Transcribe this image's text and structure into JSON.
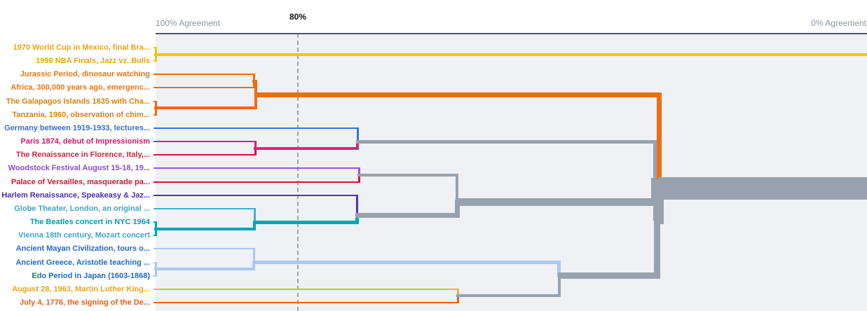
{
  "colors": {
    "link_gray": "#97a2ae",
    "axis_line": "#4d5565",
    "dashed_line": "#9ba4ad",
    "plot_bg": "#eff1f4",
    "page_bg": "#ffffff",
    "threshold_text": "#111111",
    "axis_label_text": "#8b95a5"
  },
  "chart_data": {
    "type": "dendrogram",
    "orientation": "horizontal, leaves on left; x axis is agreement from 100% (left) to 0% (right)",
    "x_axis": {
      "label_left": "100% Agreement",
      "label_right": "0% Agreement",
      "min": 0,
      "max": 100,
      "threshold_label": "80%",
      "threshold_value": 80,
      "grid": "single dashed vertical line at threshold"
    },
    "leaves": [
      {
        "id": "l1",
        "label": "1970 World Cup in Mexico, final Bra...",
        "label_color": "#e9a613",
        "line_color": "#f3c410"
      },
      {
        "id": "l2",
        "label": "1998 NBA Finals, Jazz vz. Bulls",
        "label_color": "#e9a613",
        "line_color": "#f3c410"
      },
      {
        "id": "l3",
        "label": "Jurassic Period, dinosaur watching",
        "label_color": "#ee7611",
        "line_color": "#f06c10"
      },
      {
        "id": "l4",
        "label": "Africa, 300,000 years ago, emergenc...",
        "label_color": "#ee7611",
        "line_color": "#f06c10"
      },
      {
        "id": "l5",
        "label": "The Galapagos Islands 1835 with Cha...",
        "label_color": "#d9820f",
        "line_color": "#f06c10"
      },
      {
        "id": "l6",
        "label": "Tanzania, 1960, observation of chim...",
        "label_color": "#d9820f",
        "line_color": "#f06c10"
      },
      {
        "id": "l7",
        "label": "Germany between 1919-1933, lectures...",
        "label_color": "#356fd6",
        "line_color": "#3077d8"
      },
      {
        "id": "l8",
        "label": "Paris 1874, debut of Impressionism",
        "label_color": "#d4176d",
        "line_color": "#e61e7c"
      },
      {
        "id": "l9",
        "label": "The Renaissance in Florence, Italy,...",
        "label_color": "#cf2742",
        "line_color": "#d6123f"
      },
      {
        "id": "l10",
        "label": "Woodstock Festival August 15-18, 19...",
        "label_color": "#8a4ad2",
        "line_color": "#9a55d6"
      },
      {
        "id": "l11",
        "label": "Palace of Versailles, masquerade pa...",
        "label_color": "#c81a35",
        "line_color": "#d41437"
      },
      {
        "id": "l12",
        "label": "Harlem Renaissance, Speakeasy & Jaz...",
        "label_color": "#4a2fae",
        "line_color": "#5530b8"
      },
      {
        "id": "l13",
        "label": "Globe Theater, London, an original ...",
        "label_color": "#3fa5cb",
        "line_color": "#41b1ce"
      },
      {
        "id": "l14",
        "label": "The Beatles concert in NYC 1964",
        "label_color": "#009fae",
        "line_color": "#00a7b0"
      },
      {
        "id": "l15",
        "label": "Vienna 18th century, Mozart concert",
        "label_color": "#3fa5cb",
        "line_color": "#00a7b0"
      },
      {
        "id": "l16",
        "label": "Ancient Mayan Civilization, tours o...",
        "label_color": "#2368d0",
        "line_color": "#a9c9f4"
      },
      {
        "id": "l17",
        "label": "Ancient Greece, Aristotle teaching ...",
        "label_color": "#2368d0",
        "line_color": "#a9c9f4"
      },
      {
        "id": "l18",
        "label": "Edo Period in Japan (1603-1868)",
        "label_color": "#2368d0",
        "line_color": "#a9c9f4"
      },
      {
        "id": "l19",
        "label": "August 28, 1963, Martin Luther King...",
        "label_color": "#eda313",
        "line_color": "#f3b70e"
      },
      {
        "id": "l20",
        "label": "July 4, 1776, the signing of the De...",
        "label_color": "#e55f12",
        "line_color": "#ec6410"
      }
    ],
    "merges": [
      {
        "id": "m_yellow",
        "children": [
          "l1",
          "l2"
        ],
        "agreement": 100,
        "color": "#f3c410",
        "extend": true
      },
      {
        "id": "m_or56",
        "children": [
          "l5",
          "l6"
        ],
        "agreement": 100,
        "color": "#f06c10"
      },
      {
        "id": "m_or34",
        "children": [
          "l3",
          "l4"
        ],
        "agreement": 86.2,
        "color": "#f06c10"
      },
      {
        "id": "m_orange",
        "children": [
          "m_or34",
          "m_or56"
        ],
        "agreement": 85.9,
        "color": "#f06c10"
      },
      {
        "id": "m_pink",
        "children": [
          "l8",
          "l9"
        ],
        "agreement": 86.0,
        "color": "#e61e7c"
      },
      {
        "id": "m_g789",
        "children": [
          "l7",
          "m_pink"
        ],
        "agreement": 71.6,
        "color": "gray"
      },
      {
        "id": "m_g1011",
        "children": [
          "l10",
          "l11"
        ],
        "agreement": 71.4,
        "color": "gray"
      },
      {
        "id": "m_teal1415",
        "children": [
          "l14",
          "l15"
        ],
        "agreement": 100,
        "color": "#00a7b0"
      },
      {
        "id": "m_teal",
        "children": [
          "l13",
          "m_teal1415"
        ],
        "agreement": 86.1,
        "color": "#00a7b0"
      },
      {
        "id": "m_g1215",
        "children": [
          "l12",
          "m_teal"
        ],
        "agreement": 71.7,
        "color": "gray"
      },
      {
        "id": "m_g1015",
        "children": [
          "m_g1011",
          "m_g1215"
        ],
        "agreement": 57.6,
        "color": "gray"
      },
      {
        "id": "m_lb1718",
        "children": [
          "l17",
          "l18"
        ],
        "agreement": 100,
        "color": "#a9c9f4"
      },
      {
        "id": "m_lblue",
        "children": [
          "l16",
          "m_lb1718"
        ],
        "agreement": 86.2,
        "color": "#a9c9f4"
      },
      {
        "id": "m_g1920",
        "children": [
          "l19",
          "l20"
        ],
        "agreement": 57.5,
        "color": "gray"
      },
      {
        "id": "m_g1620",
        "children": [
          "m_lblue",
          "m_g1920"
        ],
        "agreement": 43.3,
        "color": "gray"
      },
      {
        "id": "m_g715",
        "children": [
          "m_g789",
          "m_g1015"
        ],
        "agreement": 29.8,
        "color": "gray"
      },
      {
        "id": "m_g720",
        "children": [
          "m_g715",
          "m_g1620"
        ],
        "agreement": 29.5,
        "color": "gray"
      },
      {
        "id": "m_root",
        "children": [
          "m_orange",
          "m_g720"
        ],
        "agreement": 29.2,
        "color": "gray",
        "extend": true
      }
    ]
  }
}
